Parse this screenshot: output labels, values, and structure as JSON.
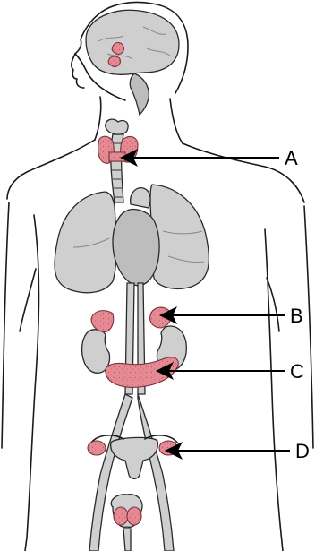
{
  "labels": {
    "a": "A",
    "b": "B",
    "c": "C",
    "d": "D"
  },
  "colors": {
    "gland": "#e58a93",
    "organ": "#cfcfcf",
    "outline": "#1a1a1a"
  }
}
